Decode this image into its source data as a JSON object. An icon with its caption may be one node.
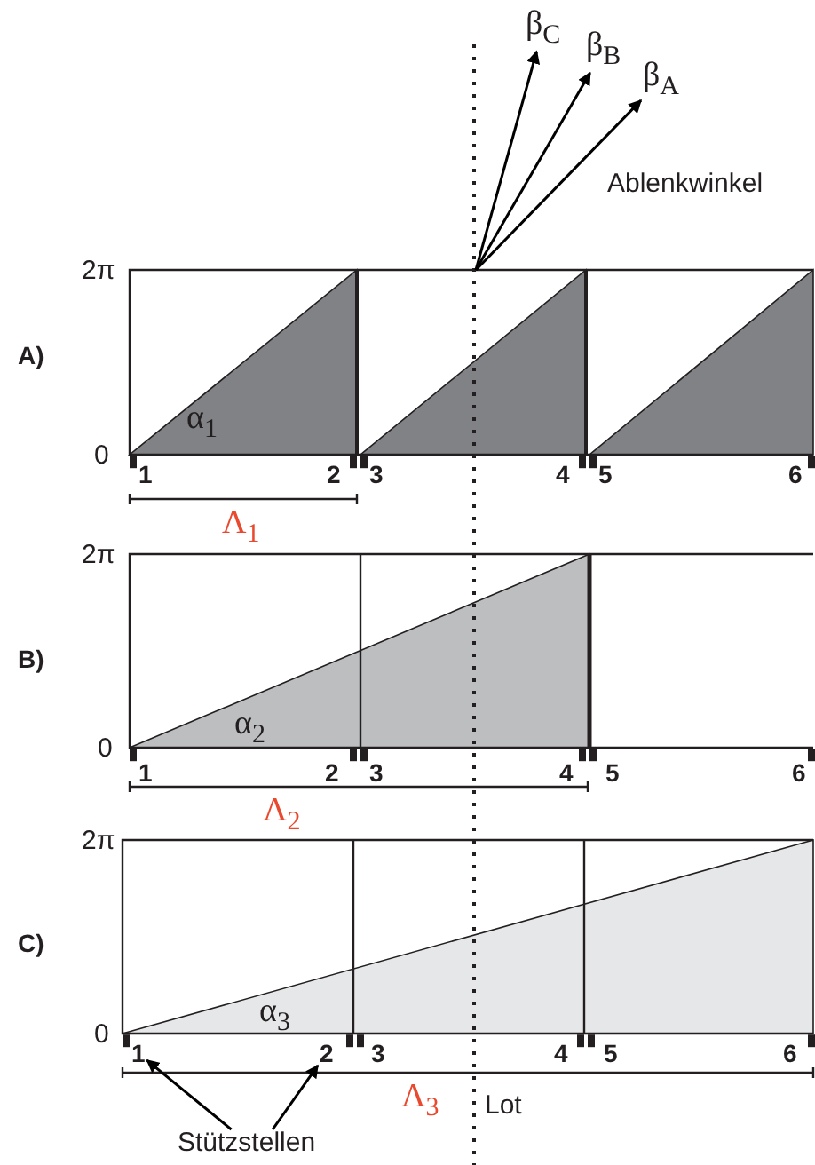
{
  "diagram": {
    "nodes": [
      {
        "text": [
          "β$_{C}$"
        ]
      },
      {
        "text": [
          "β$_{B}$"
        ]
      },
      {
        "text": [
          "β$_{A}$"
        ]
      },
      {
        "text": [
          "Stützstellen"
        ]
      },
      {
        "text": [],
        "shape": "box"
      },
      {
        "text": [
          "1"
        ]
      },
      {
        "text": [
          "2"
        ]
      }
    ],
    "edges": [
      {
        "from": 4,
        "to": 0,
        "arrow": "to"
      },
      {
        "from": 4,
        "to": 1,
        "arrow": "to"
      },
      {
        "from": 4,
        "to": 2,
        "arrow": "to"
      },
      {
        "from": 3,
        "to": 5,
        "arrow": "to"
      },
      {
        "from": 3,
        "to": 6,
        "arrow": "to"
      }
    ],
    "labels": [
      "Ablenkwinkel",
      "2π",
      "A)",
      "α$_{1}$",
      "0",
      "1",
      "2",
      "3",
      "4",
      "5",
      "6",
      "Λ$_{1}$",
      "2π",
      "B)",
      "α$_{2}$",
      "0",
      "1",
      "2",
      "3",
      "4",
      "5",
      "6",
      "Λ$_{2}$",
      "2π",
      "C)",
      "α$_{3}$",
      "0",
      "3",
      "4",
      "5",
      "6",
      "Λ$_{3}$",
      "Lot"
    ]
  }
}
